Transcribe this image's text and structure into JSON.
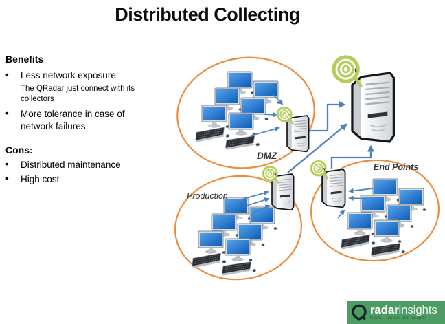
{
  "slide": {
    "title": "Distributed Collecting"
  },
  "bullet_char": "•",
  "benefits": {
    "heading": "Benefits",
    "item1": "Less network exposure:",
    "item1_sub": "The QRadar just connect with its collectors",
    "item2": "More tolerance in case of network failures"
  },
  "cons": {
    "heading": "Cons:",
    "item1": "Distributed maintenance",
    "item2": "High cost"
  },
  "diagram": {
    "zone_dmz": "DMZ",
    "zone_production": "Production",
    "zone_endpoints": "End Points",
    "colors": {
      "zone_outline": "#ED8C3D",
      "arrow": "#4F81BD",
      "radar_green": "#B5CD5B",
      "monitor_blue": "#1D72CF",
      "server_outline": "#15181B"
    }
  },
  "logo": {
    "brand_bold": "radar",
    "brand_light": "insights",
    "tagline": "News, Tutorials and Insights",
    "background": "#4C9C63"
  }
}
